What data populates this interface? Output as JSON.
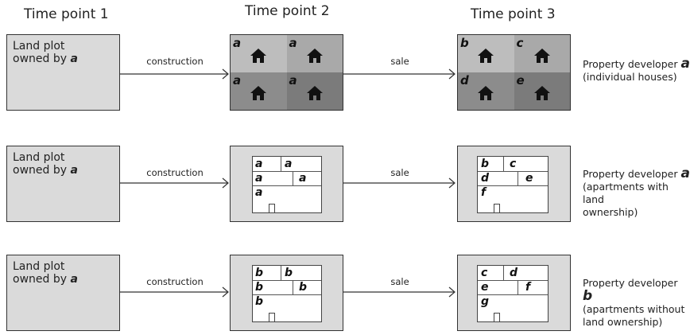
{
  "headers": {
    "t1": "Time point 1",
    "t2": "Time point 2",
    "t3": "Time point 3"
  },
  "rows": [
    {
      "land_text_1": "Land plot",
      "land_text_2": "owned by",
      "land_owner": "a",
      "arrow1_label": "construction",
      "arrow2_label": "sale",
      "t2_labels": [
        "a",
        "a",
        "a",
        "a"
      ],
      "t3_labels": [
        "b",
        "c",
        "d",
        "e"
      ],
      "desc_line1": "Property developer",
      "desc_dev": "a",
      "desc_line2": "(individual houses)",
      "desc_line3": ""
    },
    {
      "land_text_1": "Land plot",
      "land_text_2": "owned by",
      "land_owner": "a",
      "arrow1_label": "construction",
      "arrow2_label": "sale",
      "t2_labels": [
        "a",
        "a",
        "a",
        "a",
        "a"
      ],
      "t3_labels": [
        "b",
        "c",
        "d",
        "e",
        "f"
      ],
      "desc_line1": "Property developer",
      "desc_dev": "a",
      "desc_line2": "(apartments with land",
      "desc_line3": "ownership)"
    },
    {
      "land_text_1": "Land plot",
      "land_text_2": "owned by",
      "land_owner": "a",
      "arrow1_label": "construction",
      "arrow2_label": "sale",
      "t2_labels": [
        "b",
        "b",
        "b",
        "b",
        "b"
      ],
      "t3_labels": [
        "c",
        "d",
        "e",
        "f",
        "g"
      ],
      "desc_line1": "Property developer",
      "desc_dev": "b",
      "desc_line2": "(apartments without",
      "desc_line3": "land ownership)"
    }
  ],
  "colors": {
    "land": "#dadada",
    "house_tl": "#bdbdbd",
    "house_tr": "#a9a9a9",
    "house_bl": "#8c8c8c",
    "house_br": "#7b7b7b"
  },
  "icons": {
    "house": "house-icon",
    "arrow": "arrow-right-icon",
    "door": "door-icon"
  }
}
